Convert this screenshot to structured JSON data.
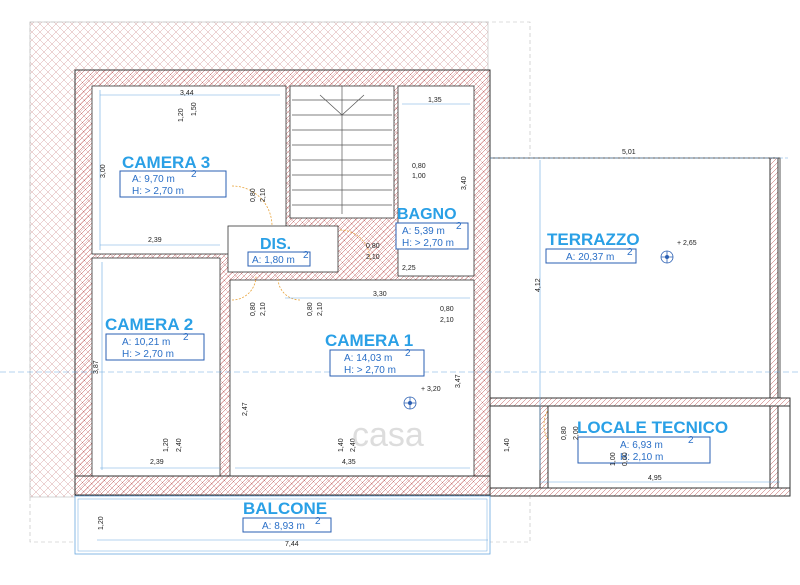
{
  "rooms": {
    "camera3": {
      "name": "CAMERA 3",
      "area": "A: 9,70 m",
      "height": "H: > 2,70 m"
    },
    "camera2": {
      "name": "CAMERA 2",
      "area": "A: 10,21 m",
      "height": "H: > 2,70 m"
    },
    "camera1": {
      "name": "CAMERA 1",
      "area": "A: 14,03 m",
      "height": "H: > 2,70 m"
    },
    "bagno": {
      "name": "BAGNO",
      "area": "A: 5,39 m",
      "height": "H: > 2,70 m"
    },
    "dis": {
      "name": "DIS.",
      "area": "A: 1,80 m"
    },
    "terrazzo": {
      "name": "TERRAZZO",
      "area": "A: 20,37 m"
    },
    "locale_tecnico": {
      "name": "LOCALE TECNICO",
      "area": "A: 6,93 m",
      "height": "H: 2,10 m"
    },
    "balcone": {
      "name": "BALCONE",
      "area": "A: 8,93 m"
    }
  },
  "area_unit_superscript": "2",
  "elevations": {
    "terrazzo": "+ 2,65",
    "camera1": "+ 3,20"
  },
  "dimensions": {
    "d_344": "3,44",
    "d_120a": "1,20",
    "d_150": "1,50",
    "d_300": "3,00",
    "d_080a": "0,80",
    "d_210a": "2,10",
    "d_239a": "2,39",
    "d_135": "1,35",
    "d_080b": "0,80",
    "d_100a": "1,00",
    "d_340": "3,40",
    "d_501": "5,01",
    "d_080c": "0,80",
    "d_210b": "2,10",
    "d_225": "2,25",
    "d_330": "3,30",
    "d_080d": "0,80",
    "d_210c": "2,10",
    "d_080e": "0,80",
    "d_210d": "2,10",
    "d_412": "4,12",
    "d_387": "3,87",
    "d_080f": "0,80",
    "d_210e": "2,10",
    "d_247": "2,47",
    "d_347": "3,47",
    "d_120b": "1,20",
    "d_240a": "2,40",
    "d_239b": "2,39",
    "d_140a": "1,40",
    "d_240b": "2,40",
    "d_435": "4,35",
    "d_140b": "1,40",
    "d_080g": "0,80",
    "d_200": "2,00",
    "d_100b": "1,00",
    "d_060": "0,60",
    "d_495": "4,95",
    "d_120c": "1,20",
    "d_744": "7,44"
  },
  "watermark": "casa",
  "colors": {
    "label": "#2aa0e6",
    "info": "#2a6fc7",
    "roof_hatch": "#d49a9a",
    "door": "#e8a33a"
  }
}
